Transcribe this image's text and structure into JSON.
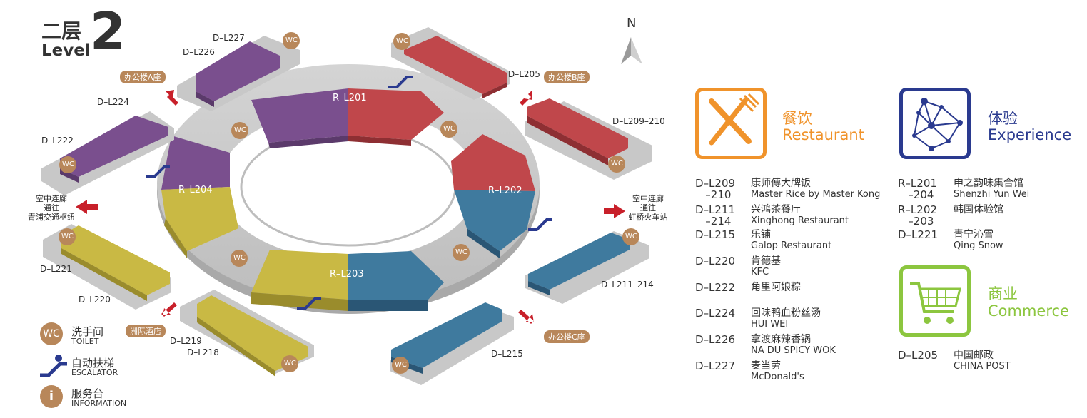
{
  "floor": {
    "cn": "二层",
    "en": "Level",
    "number": "2"
  },
  "north": "N",
  "units": {
    "r201": "R–L201",
    "r202": "R–L202",
    "r203": "R–L203",
    "r204": "R–L204",
    "d227": "D–L227",
    "d226": "D–L226",
    "d224": "D–L224",
    "d222": "D–L222",
    "d221": "D–L221",
    "d220": "D–L220",
    "d219": "D–L219",
    "d218": "D–L218",
    "d215": "D–L215",
    "d211": "D–L211–214",
    "d209": "D–L209–210",
    "d205": "D–L205"
  },
  "wc": "WC",
  "info_glyph": "i",
  "exits": {
    "office_a": "办公楼A座",
    "office_b": "办公楼B座",
    "office_c": "办公楼C座",
    "hotel": "洲际酒店",
    "west_1": "空中连廊",
    "west_2": "通往",
    "west_3": "青浦交通枢纽",
    "east_1": "空中连廊",
    "east_2": "通往",
    "east_3": "虹桥火车站"
  },
  "legend": {
    "toilet_cn": "洗手间",
    "toilet_en": "TOILET",
    "escalator_cn": "自动扶梯",
    "escalator_en": "ESCALATOR",
    "info_cn": "服务台",
    "info_en": "INFORMATION"
  },
  "colors": {
    "purple": "#7a4f8e",
    "red": "#c0474b",
    "blue": "#3f7a9e",
    "olive": "#c9b944",
    "gray": "#c8c8c8",
    "brown": "#b8875a",
    "orange": "#f0932b",
    "navy": "#2a3a8f",
    "green": "#8cc63f",
    "arrow": "#c8202a"
  },
  "categories": {
    "restaurant": {
      "cn": "餐饮",
      "en": "Restaurant"
    },
    "experience": {
      "cn": "体验",
      "en": "Experience"
    },
    "commerce": {
      "cn": "商业",
      "en": "Commerce"
    }
  },
  "restaurants": [
    {
      "code": "D–L209\n   –210",
      "cn": "康师傅大牌饭",
      "en": "Master Rice by Master Kong"
    },
    {
      "code": "D–L211\n   –214",
      "cn": "兴鸿茶餐厅",
      "en": "Xinghong  Restaurant"
    },
    {
      "code": "D–L215",
      "cn": "乐铺",
      "en": "Galop  Restaurant"
    },
    {
      "code": "D–L220",
      "cn": "肯德基",
      "en": "KFC"
    },
    {
      "code": "D–L222",
      "cn": "角里阿娘粽",
      "en": ""
    },
    {
      "code": "D–L224",
      "cn": "回味鸭血粉丝汤",
      "en": "HUI  WEI"
    },
    {
      "code": "D–L226",
      "cn": "拿渡麻辣香锅",
      "en": "NA DU SPICY WOK"
    },
    {
      "code": "D–L227",
      "cn": "麦当劳",
      "en": "McDonald's"
    }
  ],
  "experiences": [
    {
      "code": "R–L201\n   –204",
      "cn": "申之韵味集合馆",
      "en": "Shenzhi Yun Wei"
    },
    {
      "code": "R–L202\n   –203",
      "cn": "韩国体验馆",
      "en": ""
    },
    {
      "code": "D–L221",
      "cn": "青宁沁雪",
      "en": "Qing Snow"
    }
  ],
  "commerce": [
    {
      "code": "D–L205",
      "cn": "中国邮政",
      "en": "CHINA POST"
    }
  ]
}
